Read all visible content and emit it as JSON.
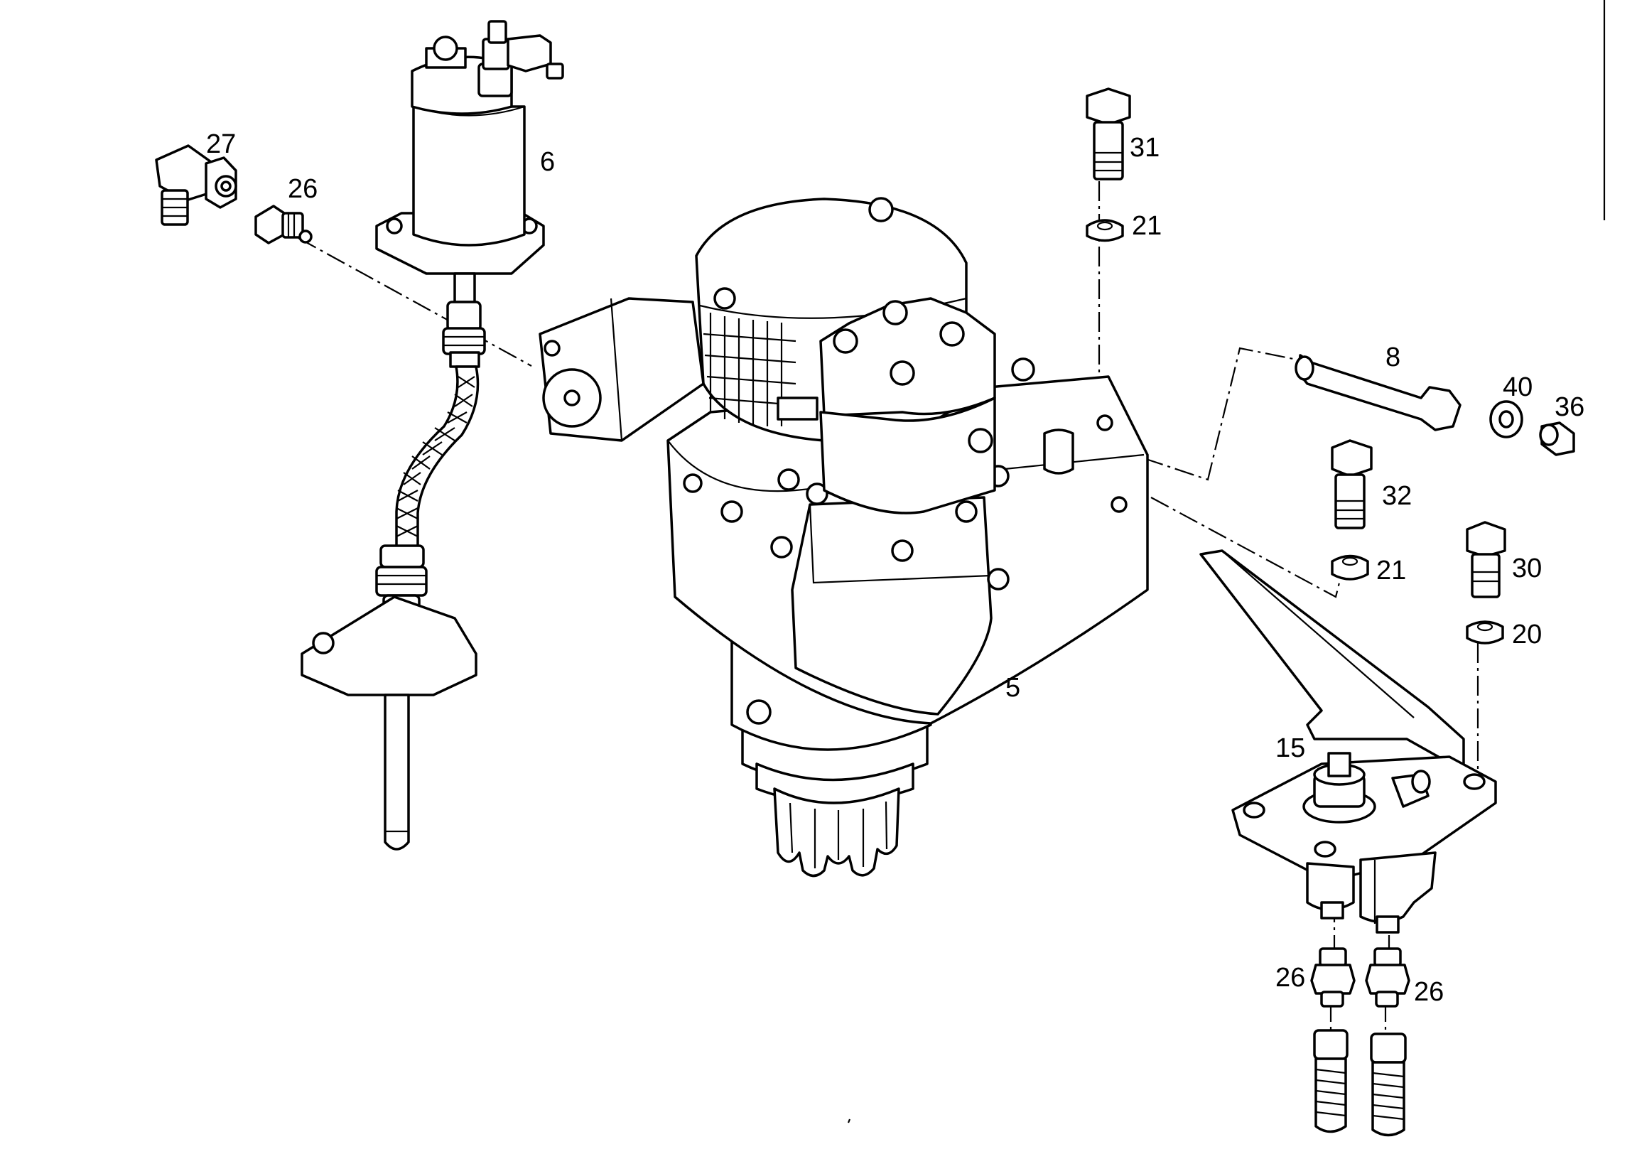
{
  "callouts": {
    "c27": "27",
    "c26a": "26",
    "c6": "6",
    "c31": "31",
    "c21a": "21",
    "c8": "8",
    "c40": "40",
    "c36": "36",
    "c32": "32",
    "c21b": "21",
    "c30": "30",
    "c20": "20",
    "c5": "5",
    "c15": "15",
    "c26b": "26",
    "c26c": "26"
  }
}
